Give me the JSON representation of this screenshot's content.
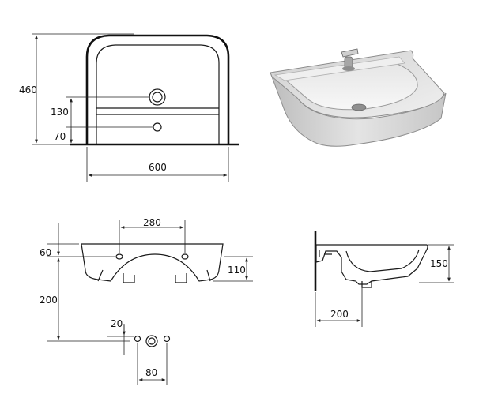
{
  "dimensions": {
    "height_460": "460",
    "hole_130": "130",
    "hole_70": "70",
    "width_600": "600",
    "taps_280": "280",
    "front_60": "60",
    "front_110": "110",
    "mount_200": "200",
    "offset_20": "20",
    "spacing_80": "80",
    "depth_200": "200",
    "side_150": "150"
  },
  "colors": {
    "line": "#1a1a1a",
    "ceramic_light": "#f4f4f4",
    "ceramic_mid": "#d9d9d9",
    "ceramic_dark": "#a9a9a9",
    "faucet": "#b8b8b8"
  }
}
